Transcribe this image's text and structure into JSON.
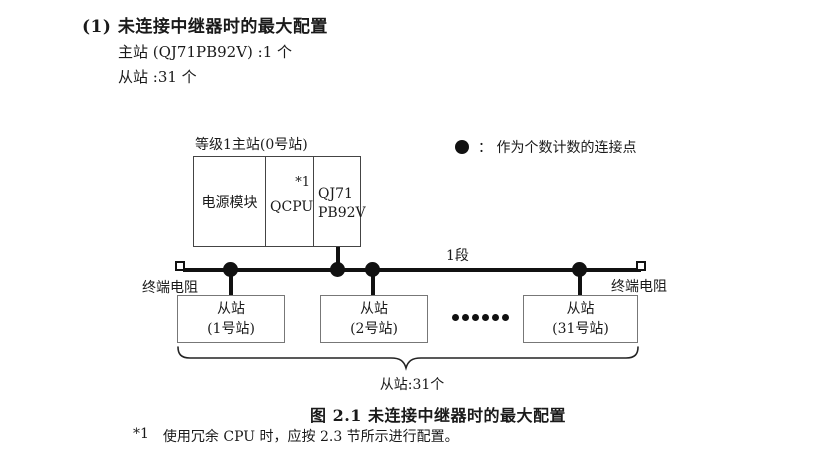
{
  "header": {
    "title": "(1) 未连接中继器时的最大配置",
    "master_count_line": "主站 (QJ71PB92V) :1 个",
    "slave_count_line": "从站 :31 个"
  },
  "diagram": {
    "master_station": {
      "label": "等级1主站(0号站)",
      "modules": {
        "power": "电源模块",
        "cpu": "QCPU",
        "cpu_note": "*1",
        "network_line1": "QJ71",
        "network_line2": "PB92V"
      }
    },
    "legend": {
      "text": "：  作为个数计数的连接点"
    },
    "bus": {
      "segment_label": "1段",
      "terminator_left": "终端电阻",
      "terminator_right": "终端电阻"
    },
    "slaves": [
      {
        "line1": "从站",
        "line2": "(1号站)"
      },
      {
        "line1": "从站",
        "line2": "(2号站)"
      },
      {
        "line1": "从站",
        "line2": "(31号站)"
      }
    ],
    "brace_label": "从站:31个"
  },
  "caption": "图 2.1 未连接中继器时的最大配置",
  "footnote": {
    "marker": "*1",
    "text": "使用冗余 CPU 时，应按 2.3 节所示进行配置。"
  },
  "colors": {
    "ink": "#1a1a1a",
    "line": "#111111",
    "master_border": "#444444",
    "slave_border": "#777777",
    "background": "#ffffff"
  }
}
